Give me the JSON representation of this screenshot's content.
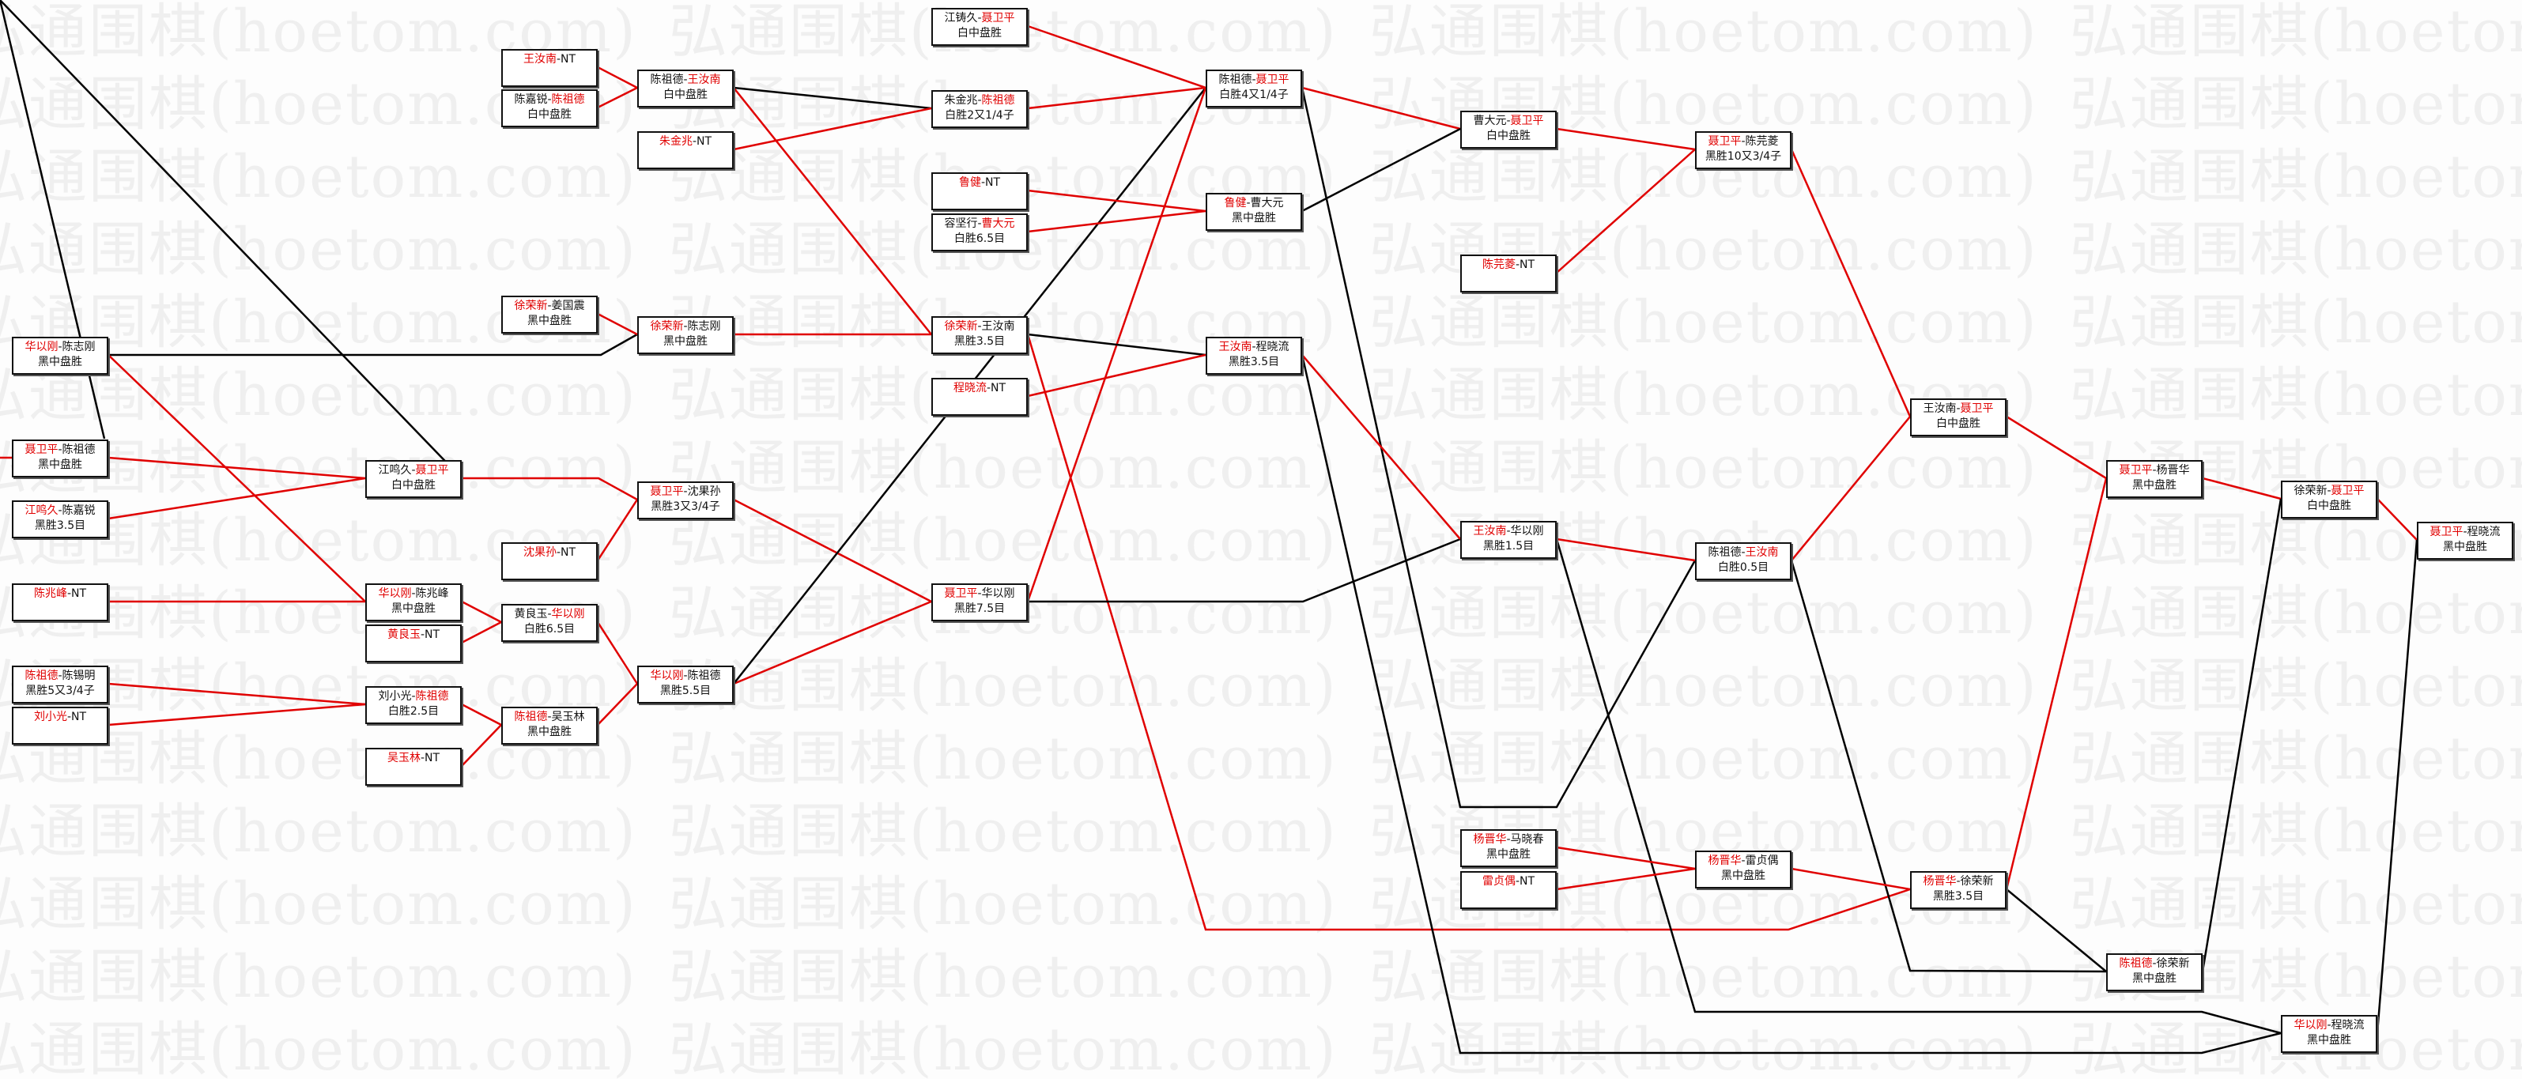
{
  "watermark": "弘通围棋(hoetom.com)",
  "colors": {
    "winner": "#e00000",
    "winner_line": "#e00000",
    "loser_line": "#000000"
  },
  "matches": [
    {
      "p1": "华以刚",
      "p2": "陈志刚",
      "winner": 1,
      "result": "黑中盘胜"
    },
    {
      "p1": "聂卫平",
      "p2": "陈祖德",
      "winner": 1,
      "result": "黑中盘胜"
    },
    {
      "p1": "江鸣久",
      "p2": "陈嘉锐",
      "winner": 1,
      "result": "黑胜3.5目"
    },
    {
      "p1": "陈兆峰",
      "p2": "NT",
      "winner": 1,
      "result": ""
    },
    {
      "p1": "陈祖德",
      "p2": "陈锡明",
      "winner": 1,
      "result": "黑胜5又3/4子"
    },
    {
      "p1": "刘小光",
      "p2": "NT",
      "winner": 1,
      "result": ""
    },
    {
      "p1": "江鸣久",
      "p2": "聂卫平",
      "winner": 2,
      "result": "白中盘胜"
    },
    {
      "p1": "华以刚",
      "p2": "陈兆峰",
      "winner": 1,
      "result": "黑中盘胜"
    },
    {
      "p1": "黄良玉",
      "p2": "NT",
      "winner": 1,
      "result": ""
    },
    {
      "p1": "刘小光",
      "p2": "陈祖德",
      "winner": 2,
      "result": "白胜2.5目"
    },
    {
      "p1": "吴玉林",
      "p2": "NT",
      "winner": 1,
      "result": ""
    },
    {
      "p1": "王汝南",
      "p2": "NT",
      "winner": 1,
      "result": ""
    },
    {
      "p1": "陈嘉锐",
      "p2": "陈祖德",
      "winner": 2,
      "result": "白中盘胜"
    },
    {
      "p1": "徐荣新",
      "p2": "姜国震",
      "winner": 1,
      "result": "黑中盘胜"
    },
    {
      "p1": "沈果孙",
      "p2": "NT",
      "winner": 1,
      "result": ""
    },
    {
      "p1": "黄良玉",
      "p2": "华以刚",
      "winner": 2,
      "result": "白胜6.5目"
    },
    {
      "p1": "陈祖德",
      "p2": "吴玉林",
      "winner": 1,
      "result": "黑中盘胜"
    },
    {
      "p1": "陈祖德",
      "p2": "王汝南",
      "winner": 2,
      "result": "白中盘胜"
    },
    {
      "p1": "朱金兆",
      "p2": "NT",
      "winner": 1,
      "result": ""
    },
    {
      "p1": "徐荣新",
      "p2": "陈志刚",
      "winner": 1,
      "result": "黑中盘胜"
    },
    {
      "p1": "聂卫平",
      "p2": "沈果孙",
      "winner": 1,
      "result": "黑胜3又3/4子"
    },
    {
      "p1": "华以刚",
      "p2": "陈祖德",
      "winner": 1,
      "result": "黑胜5.5目"
    },
    {
      "p1": "江铸久",
      "p2": "聂卫平",
      "winner": 2,
      "result": "白中盘胜"
    },
    {
      "p1": "朱金兆",
      "p2": "陈祖德",
      "winner": 2,
      "result": "白胜2又1/4子"
    },
    {
      "p1": "鲁健",
      "p2": "NT",
      "winner": 1,
      "result": ""
    },
    {
      "p1": "容坚行",
      "p2": "曹大元",
      "winner": 2,
      "result": "白胜6.5目"
    },
    {
      "p1": "徐荣新",
      "p2": "王汝南",
      "winner": 1,
      "result": "黑胜3.5目"
    },
    {
      "p1": "程晓流",
      "p2": "NT",
      "winner": 1,
      "result": ""
    },
    {
      "p1": "聂卫平",
      "p2": "华以刚",
      "winner": 1,
      "result": "黑胜7.5目"
    },
    {
      "p1": "陈祖德",
      "p2": "聂卫平",
      "winner": 2,
      "result": "白胜4又1/4子"
    },
    {
      "p1": "鲁健",
      "p2": "曹大元",
      "winner": 1,
      "result": "黑中盘胜"
    },
    {
      "p1": "王汝南",
      "p2": "程晓流",
      "winner": 1,
      "result": "黑胜3.5目"
    },
    {
      "p1": "曹大元",
      "p2": "聂卫平",
      "winner": 2,
      "result": "白中盘胜"
    },
    {
      "p1": "陈芫菱",
      "p2": "NT",
      "winner": 1,
      "result": ""
    },
    {
      "p1": "王汝南",
      "p2": "华以刚",
      "winner": 1,
      "result": "黑胜1.5目"
    },
    {
      "p1": "杨晋华",
      "p2": "马晓春",
      "winner": 1,
      "result": "黑中盘胜"
    },
    {
      "p1": "雷贞偶",
      "p2": "NT",
      "winner": 1,
      "result": ""
    },
    {
      "p1": "聂卫平",
      "p2": "陈芫菱",
      "winner": 1,
      "result": "黑胜10又3/4子"
    },
    {
      "p1": "陈祖德",
      "p2": "王汝南",
      "winner": 2,
      "result": "白胜0.5目"
    },
    {
      "p1": "杨晋华",
      "p2": "雷贞偶",
      "winner": 1,
      "result": "黑中盘胜"
    },
    {
      "p1": "王汝南",
      "p2": "聂卫平",
      "winner": 2,
      "result": "白中盘胜"
    },
    {
      "p1": "杨晋华",
      "p2": "徐荣新",
      "winner": 1,
      "result": "黑胜3.5目"
    },
    {
      "p1": "聂卫平",
      "p2": "杨晋华",
      "winner": 1,
      "result": "黑中盘胜"
    },
    {
      "p1": "陈祖德",
      "p2": "徐荣新",
      "winner": 1,
      "result": "黑中盘胜"
    },
    {
      "p1": "徐荣新",
      "p2": "聂卫平",
      "winner": 2,
      "result": "白中盘胜"
    },
    {
      "p1": "华以刚",
      "p2": "程晓流",
      "winner": 1,
      "result": "黑中盘胜"
    },
    {
      "p1": "聂卫平",
      "p2": "程晓流",
      "winner": 1,
      "result": "黑中盘胜"
    }
  ]
}
